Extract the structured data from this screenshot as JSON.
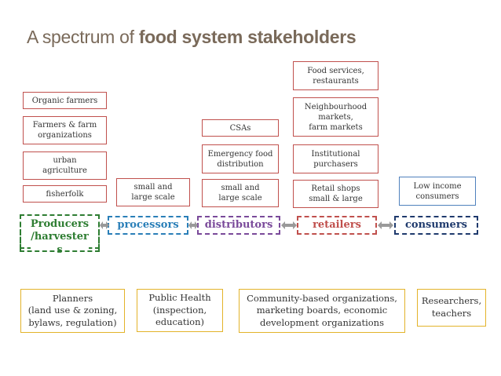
{
  "title": {
    "prefix": "A spectrum of ",
    "bold": "food system stakeholders"
  },
  "colors": {
    "title": "#7a6a5a",
    "box_border": "#c0504d",
    "consumer_box_border": "#4f81bd",
    "bottom_box_border": "#e3b32a",
    "producers": "#2e7d32",
    "processors": "#2a7fb8",
    "distributors": "#7a4a9a",
    "retailers": "#c0504d",
    "consumers": "#1f3a6d",
    "arrow": "#9a9a9a"
  },
  "producers_boxes": [
    "Organic farmers",
    "Farmers & farm\norganizations",
    "urban\nagriculture",
    "fisherfolk"
  ],
  "processors_boxes": [
    "small and\nlarge scale"
  ],
  "distributors_boxes": [
    "CSAs",
    "Emergency food\ndistribution",
    "small and\nlarge scale"
  ],
  "retailers_boxes": [
    "Food services,\nrestaurants",
    "Neighbourhood\nmarkets,\nfarm markets",
    "Institutional\npurchasers",
    "Retail shops\nsmall & large"
  ],
  "consumers_boxes": [
    "Low income\nconsumers"
  ],
  "stages": {
    "producers": "Producers\n/harvester\ns",
    "processors": "processors",
    "distributors": "distributors",
    "retailers": "retailers",
    "consumers": "consumers"
  },
  "bottom_boxes": {
    "planners": "Planners\n(land use & zoning,\nbylaws, regulation)",
    "public_health": "Public Health\n(inspection,\neducation)",
    "community": "Community-based organizations,\nmarketing boards, economic\ndevelopment organizations",
    "researchers": "Researchers,\nteachers"
  }
}
